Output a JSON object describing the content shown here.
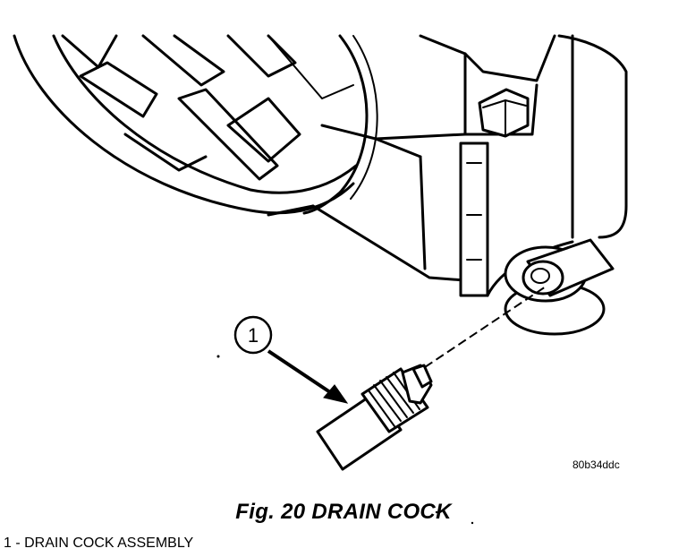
{
  "figure": {
    "title": "Fig. 20 DRAIN COCK",
    "code": "80b34ddc",
    "callout": "1",
    "legend": "1 - DRAIN COCK ASSEMBLY"
  }
}
